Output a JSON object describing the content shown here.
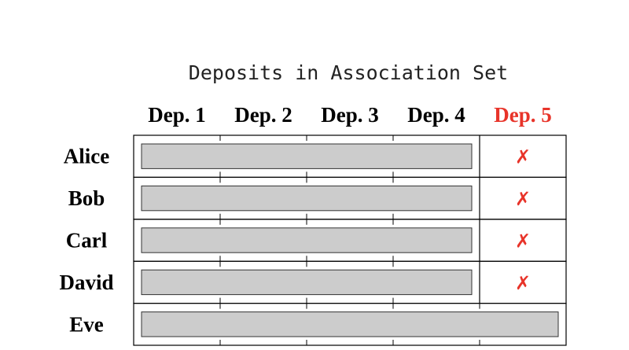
{
  "title": "Deposits in Association Set",
  "columns": [
    {
      "label": "Dep. 1",
      "highlight": false
    },
    {
      "label": "Dep. 2",
      "highlight": false
    },
    {
      "label": "Dep. 3",
      "highlight": false
    },
    {
      "label": "Dep. 4",
      "highlight": false
    },
    {
      "label": "Dep. 5",
      "highlight": true
    }
  ],
  "rows": [
    {
      "name": "Alice",
      "included": 4,
      "excluded_mark": "✗"
    },
    {
      "name": "Bob",
      "included": 4,
      "excluded_mark": "✗"
    },
    {
      "name": "Carl",
      "included": 4,
      "excluded_mark": "✗"
    },
    {
      "name": "David",
      "included": 4,
      "excluded_mark": "✗"
    },
    {
      "name": "Eve",
      "included": 5,
      "excluded_mark": ""
    }
  ],
  "colors": {
    "text": "#000000",
    "highlight": "#e8342a",
    "bar_fill": "#cccccc",
    "grid": "#000000"
  }
}
